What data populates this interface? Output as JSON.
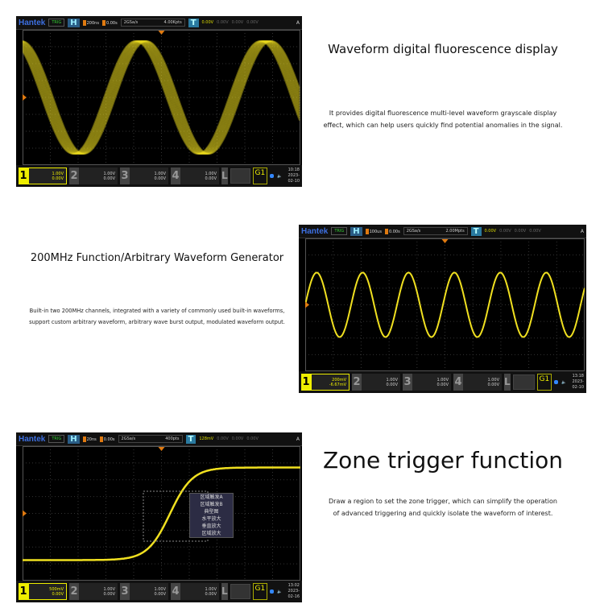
{
  "sections": [
    {
      "title": "Waveform digital fluorescence display",
      "desc": [
        "It provides digital fluorescence multi-level waveform grayscale display",
        "effect, which can help users quickly find potential anomalies in the signal."
      ],
      "scope": {
        "logo": "Hantek",
        "trig": "TRIG",
        "h": "H",
        "tb": "200ns",
        "delay": "0.00s",
        "rate": "2GSa/s",
        "depth": "4.00Kpts",
        "t": "T",
        "tlev": "0.00V",
        "tg": [
          "0.00V",
          "0.00V",
          "0.00V"
        ],
        "auto": "A",
        "ch": [
          {
            "n": "1",
            "v": "1.00V",
            "o": "0.00V"
          },
          {
            "n": "2",
            "v": "1.00V",
            "o": "0.00V"
          },
          {
            "n": "3",
            "v": "1.00V",
            "o": "0.00V"
          },
          {
            "n": "4",
            "v": "1.00V",
            "o": "0.00V"
          }
        ],
        "l": "L",
        "g1": "G1",
        "time": "10:18",
        "date": "2023-02-10"
      }
    },
    {
      "title": "200MHz Function/Arbitrary Waveform Generator",
      "desc": [
        "Built-in two 200MHz channels, integrated with a variety of commonly used built-in waveforms,",
        "support custom arbitrary waveform, arbitrary wave burst output, modulated waveform output."
      ],
      "scope": {
        "logo": "Hantek",
        "trig": "TRIG",
        "h": "H",
        "tb": "100us",
        "delay": "0.00s",
        "rate": "2GSa/s",
        "depth": "2.00Mpts",
        "t": "T",
        "tlev": "0.00V",
        "tg": [
          "0.00V",
          "0.00V",
          "0.00V"
        ],
        "auto": "A",
        "ch": [
          {
            "n": "1",
            "v": "200mV",
            "o": "-6.67mV"
          },
          {
            "n": "2",
            "v": "1.00V",
            "o": "0.00V"
          },
          {
            "n": "3",
            "v": "1.00V",
            "o": "0.00V"
          },
          {
            "n": "4",
            "v": "1.00V",
            "o": "0.00V"
          }
        ],
        "l": "L",
        "g1": "G1",
        "time": "13:18",
        "date": "2023-02-10"
      }
    },
    {
      "title": "Zone trigger function",
      "desc": [
        "Draw a region to set the zone trigger, which can simplify the operation",
        "of advanced triggering and quickly isolate the waveform of interest."
      ],
      "scope": {
        "logo": "Hantek",
        "trig": "TRIG",
        "h": "H",
        "tb": "20ns",
        "delay": "0.00s",
        "rate": "2GSa/s",
        "depth": "400pts",
        "t": "T",
        "tlev": "128mV",
        "tg": [
          "0.00V",
          "0.00V",
          "0.00V"
        ],
        "auto": "A",
        "ch": [
          {
            "n": "1",
            "v": "500mV",
            "o": "0.00V"
          },
          {
            "n": "2",
            "v": "1.00V",
            "o": "0.00V"
          },
          {
            "n": "3",
            "v": "1.00V",
            "o": "0.00V"
          },
          {
            "n": "4",
            "v": "1.00V",
            "o": "0.00V"
          }
        ],
        "l": "L",
        "g1": "G1",
        "time": "13:02",
        "date": "2023-02-16"
      },
      "menu": [
        "区域触发A",
        "区域触发B",
        "典型图",
        "水平放大",
        "垂直放大",
        "区域放大"
      ]
    }
  ],
  "colors": {
    "trace": "#f0e020",
    "accent": "#3d6fe0"
  }
}
